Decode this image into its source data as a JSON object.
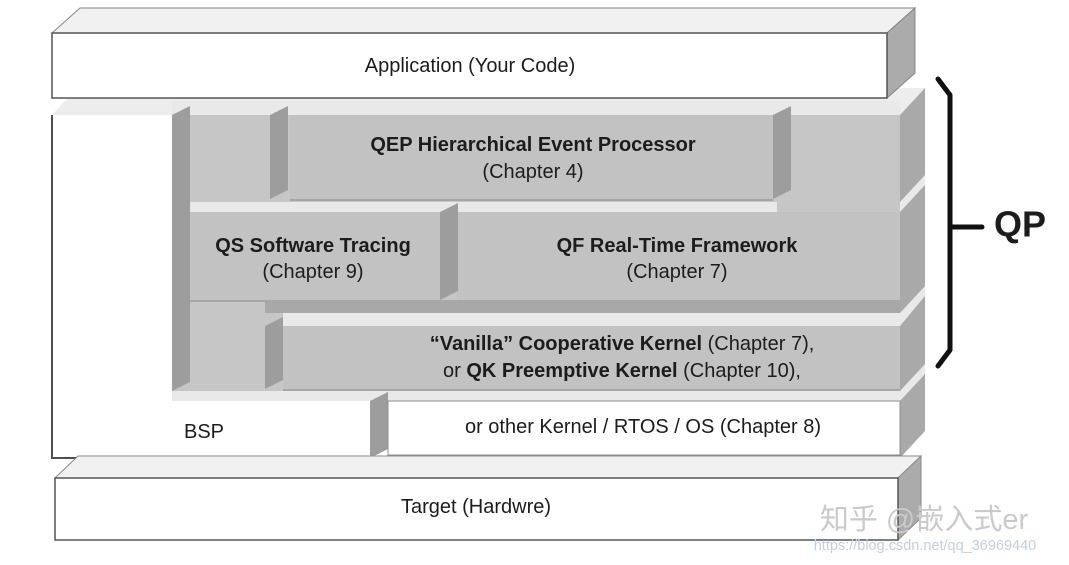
{
  "diagram": {
    "application": {
      "label": "Application (Your Code)"
    },
    "qep": {
      "title": "QEP Hierarchical Event Processor",
      "chapter": "(Chapter 4)"
    },
    "qs": {
      "title": "QS Software Tracing",
      "chapter": "(Chapter 9)"
    },
    "qf": {
      "title": "QF Real-Time Framework",
      "chapter": "(Chapter 7)"
    },
    "kernel": {
      "line1_bold": "“Vanilla” Cooperative Kernel",
      "line1_rest": " (Chapter 7),",
      "line2_prefix": "or ",
      "line2_bold": "QK Preemptive Kernel",
      "line2_rest": " (Chapter 10),"
    },
    "bsp": {
      "label": "BSP"
    },
    "other_kernel": {
      "label": "or other Kernel / RTOS / OS (Chapter 8)"
    },
    "target": {
      "label": "Target (Hardwre)"
    },
    "qp": {
      "label": "QP"
    }
  },
  "watermark": {
    "zhihu": "知乎 @嵌入式er",
    "url": "https://blog.csdn.net/qq_36969440"
  },
  "colors": {
    "box_gray": "#c2c2c2",
    "panel_gray": "#c6c6c6",
    "shade_gray": "#9d9d9d",
    "highlight_gray": "#e9e9e9",
    "side_gray": "#ababab",
    "bracket_black": "#111111",
    "watermark_gray": "#cacaca",
    "watermark_url": "#c3cede"
  }
}
